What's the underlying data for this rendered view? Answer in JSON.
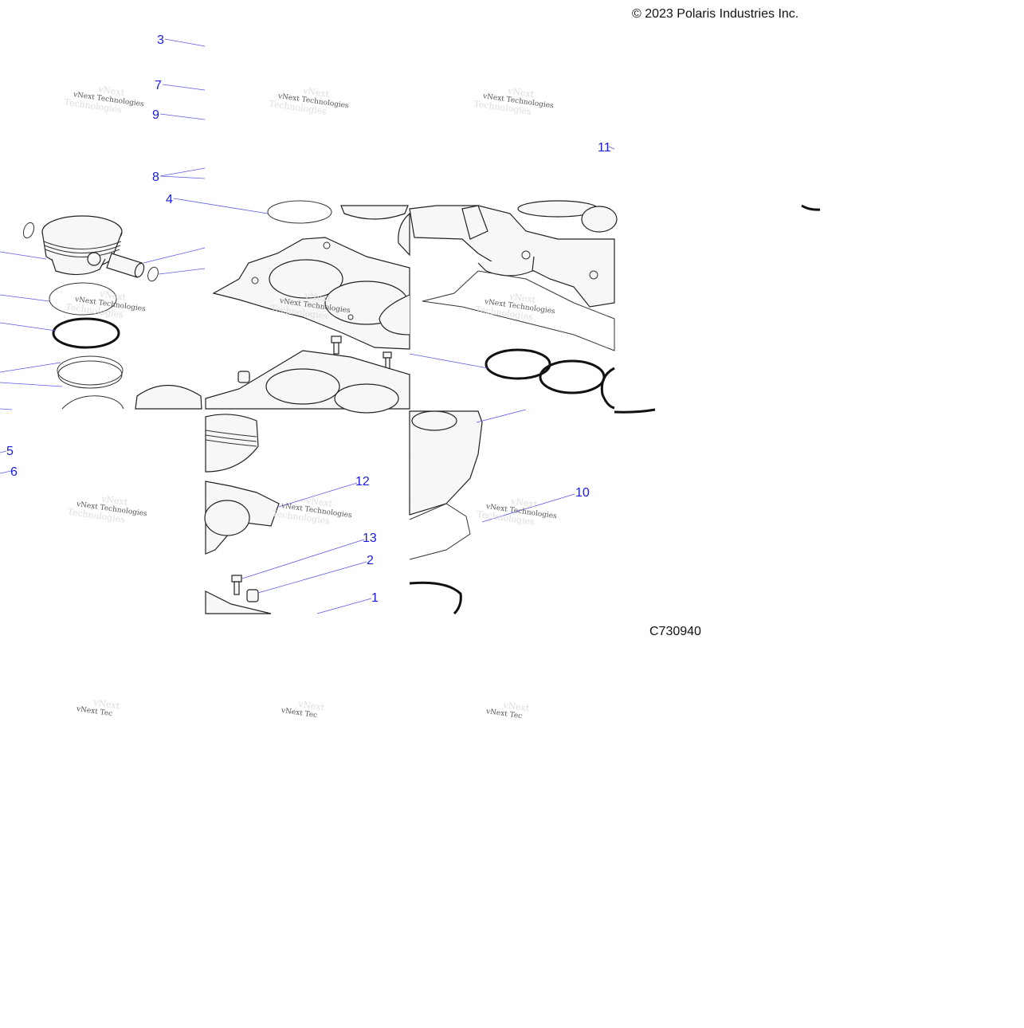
{
  "copyright": "© 2023 Polaris Industries Inc.",
  "diagram_id": "C730940",
  "watermark": {
    "line1": "vNext Technologies",
    "line1_cut": "vNext Tec",
    "line2": "vNext",
    "line3": "Technologies"
  },
  "callouts": [
    "1",
    "2",
    "3",
    "4",
    "5",
    "6",
    "7",
    "8",
    "9",
    "10",
    "11",
    "12",
    "13"
  ]
}
